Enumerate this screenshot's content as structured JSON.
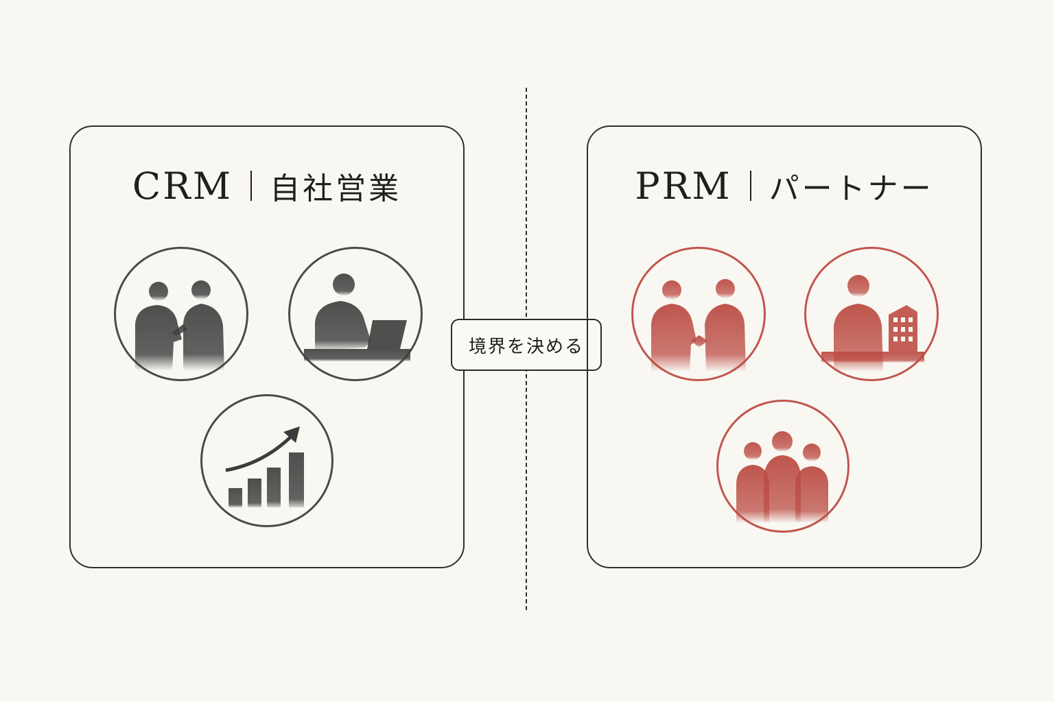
{
  "crm": {
    "title_latin": "CRM",
    "title_jp": "自社営業",
    "icons": [
      "conversation-icon",
      "laptop-worker-icon",
      "growth-chart-icon"
    ],
    "color": "#4a4a4a"
  },
  "prm": {
    "title_latin": "PRM",
    "title_jp": "パートナー",
    "icons": [
      "handshake-icon",
      "person-building-icon",
      "team-icon"
    ],
    "color": "#c0554d"
  },
  "center": {
    "label": "境界を決める"
  },
  "colors": {
    "background": "#f9f7f2",
    "ink": "#2e2e2e",
    "accent_red": "#c0554d"
  }
}
